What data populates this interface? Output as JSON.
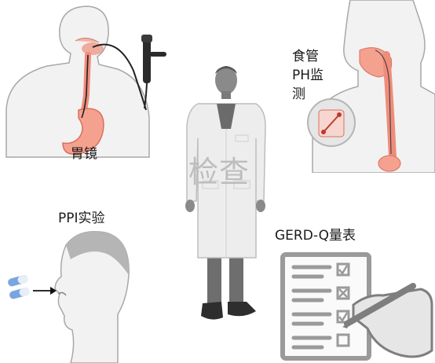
{
  "labels": {
    "endoscopy": "胃镜",
    "ph_line1": "食管",
    "ph_line2": "PH监",
    "ph_line3": "测",
    "ppi_test": "PPI实验",
    "center": "检查",
    "gerd_q": "GERD-Q量表"
  },
  "colors": {
    "skin": "#f0f0f0",
    "outline": "#9e9e9e",
    "organ": "#f08c7a",
    "organ_dark": "#e06a5a",
    "gray_figure": "#8a8a8a",
    "pill_blue": "#7aa6e0"
  }
}
